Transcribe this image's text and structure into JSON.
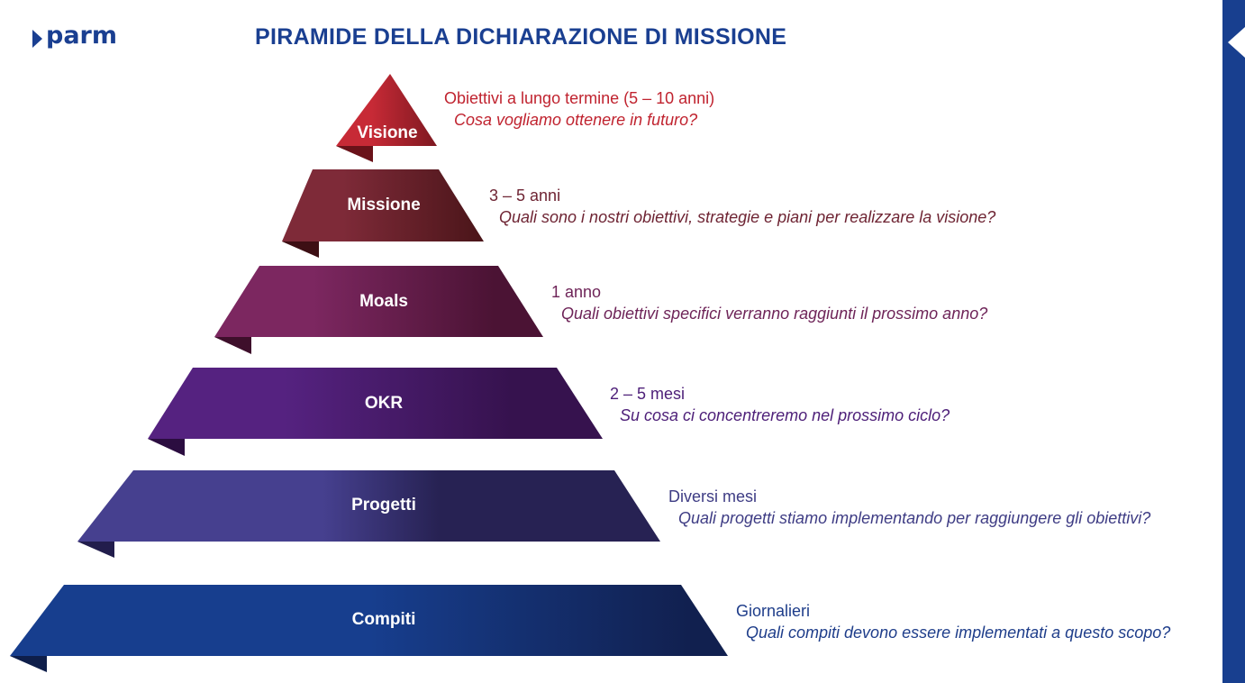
{
  "header": {
    "logo_text": "parm",
    "title": "PIRAMIDE DELLA DICHIARAZIONE DI MISSIONE"
  },
  "brand_color": "#1a3f91",
  "layers": [
    {
      "label": "Visione",
      "period": "Obiettivi a lungo termine (5 – 10 anni)",
      "question": "Cosa vogliamo ottenere in futuro?",
      "color_light": "#c0232f",
      "color_dark": "#7d1820",
      "text_color": "#c0232f"
    },
    {
      "label": "Missione",
      "period": "3 – 5 anni",
      "question": "Quali sono i nostri obiettivi, strategie e piani per realizzare la visione?",
      "color_light": "#7e2a38",
      "color_dark": "#4a1519",
      "text_color": "#6e2433"
    },
    {
      "label": "Moals",
      "period": "1 anno",
      "question": "Quali obiettivi specifici verranno raggiunti il prossimo anno?",
      "color_light": "#7c2760",
      "color_dark": "#4b1334",
      "text_color": "#6e2458"
    },
    {
      "label": "OKR",
      "period": "2 – 5 mesi",
      "question": "Su cosa ci concentreremo nel prossimo ciclo?",
      "color_light": "#552280",
      "color_dark": "#36124e",
      "text_color": "#4e2079"
    },
    {
      "label": "Progetti",
      "period": "Diversi mesi",
      "question": "Quali progetti stiamo implementando per raggiungere gli obiettivi?",
      "color_light": "#46408f",
      "color_dark": "#272253",
      "text_color": "#3e3c84"
    },
    {
      "label": "Compiti",
      "period": "Giornalieri",
      "question": "Quali compiti devono essere implementati a questo scopo?",
      "color_light": "#173e8e",
      "color_dark": "#12265a",
      "text_color": "#1e3d8a"
    }
  ]
}
